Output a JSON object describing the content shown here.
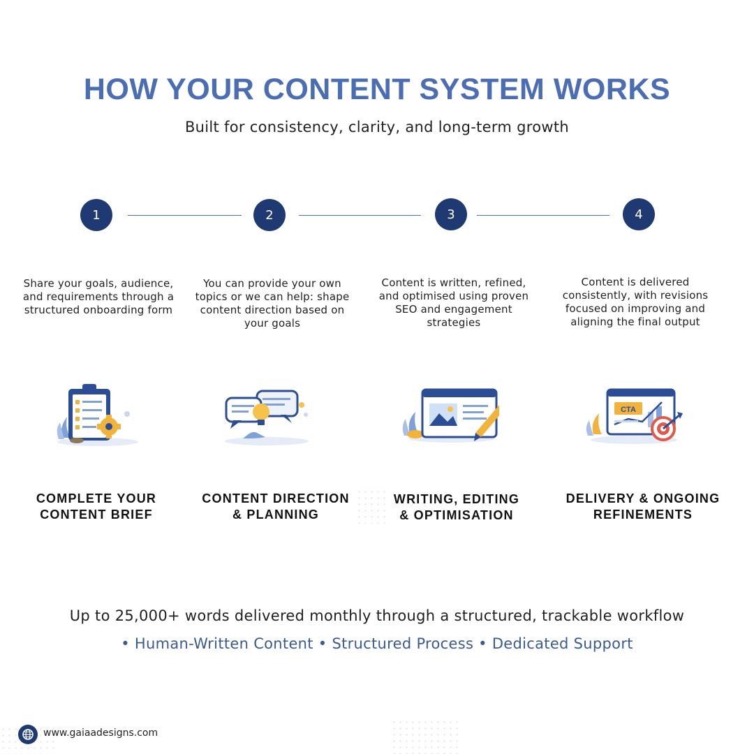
{
  "header": {
    "title": "HOW YOUR CONTENT SYSTEM WORKS",
    "subtitle": "Built for consistency, clarity, and long-term growth"
  },
  "steps": [
    {
      "number": "1",
      "description": "Share your goals, audience, and requirements through a structured onboarding form",
      "title_line1": "COMPLETE YOUR",
      "title_line2": "CONTENT BRIEF",
      "icon": "clipboard-checklist-icon"
    },
    {
      "number": "2",
      "description": "You can provide your own topics or we can help: shape content direction based on your goals",
      "title_line1": "CONTENT DIRECTION",
      "title_line2": "& PLANNING",
      "icon": "chat-bubbles-lightbulb-icon"
    },
    {
      "number": "3",
      "description": "Content is written, refined, and optimised using proven SEO and engagement strategies",
      "title_line1": "WRITING, EDITING",
      "title_line2": "& OPTIMISATION",
      "icon": "browser-pencil-icon"
    },
    {
      "number": "4",
      "description": "Content is delivered consistently, with revisions focused on improving and aligning the final output",
      "title_line1": "DELIVERY & ONGOING",
      "title_line2": "REFINEMENTS",
      "icon": "cta-target-icon",
      "cta_label": "CTA"
    }
  ],
  "summary": {
    "text": "Up to 25,000+ words delivered monthly through a structured, trackable workflow",
    "features": "• Human-Written Content • Structured Process • Dedicated Support"
  },
  "footer": {
    "url": "www.gaiaadesigns.com",
    "icon": "globe-icon"
  },
  "colors": {
    "title": "#4a6db3",
    "circle": "#1f3a73",
    "features": "#3a5a94"
  }
}
